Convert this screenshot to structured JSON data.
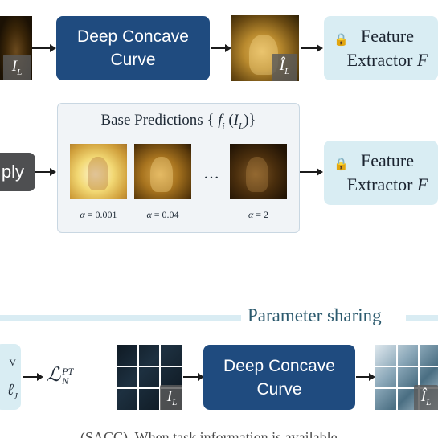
{
  "row1": {
    "input_tag": "I_L",
    "dcc_label": "Deep Concave Curve",
    "output_tag": "Î_L",
    "feature_extractor": "Feature Extractor F"
  },
  "row2": {
    "apply_label": "ply",
    "panel_title": "Base Predictions {f_i (I_L)}",
    "alphas": [
      "α = 0.001",
      "α = 0.04",
      "α = 2"
    ],
    "ellipsis": "…",
    "feature_extractor": "Feature Extractor F"
  },
  "row3": {
    "section_title": "Parameter sharing",
    "loss_label": "ℒ_N^PT",
    "left_frag_top": "V",
    "left_frag_bottom": "J",
    "input_tag": "I_L",
    "dcc_label": "Deep Concave Curve",
    "output_tag": "Î_L"
  },
  "caption_fragment": "(SACC). When task information is available"
}
